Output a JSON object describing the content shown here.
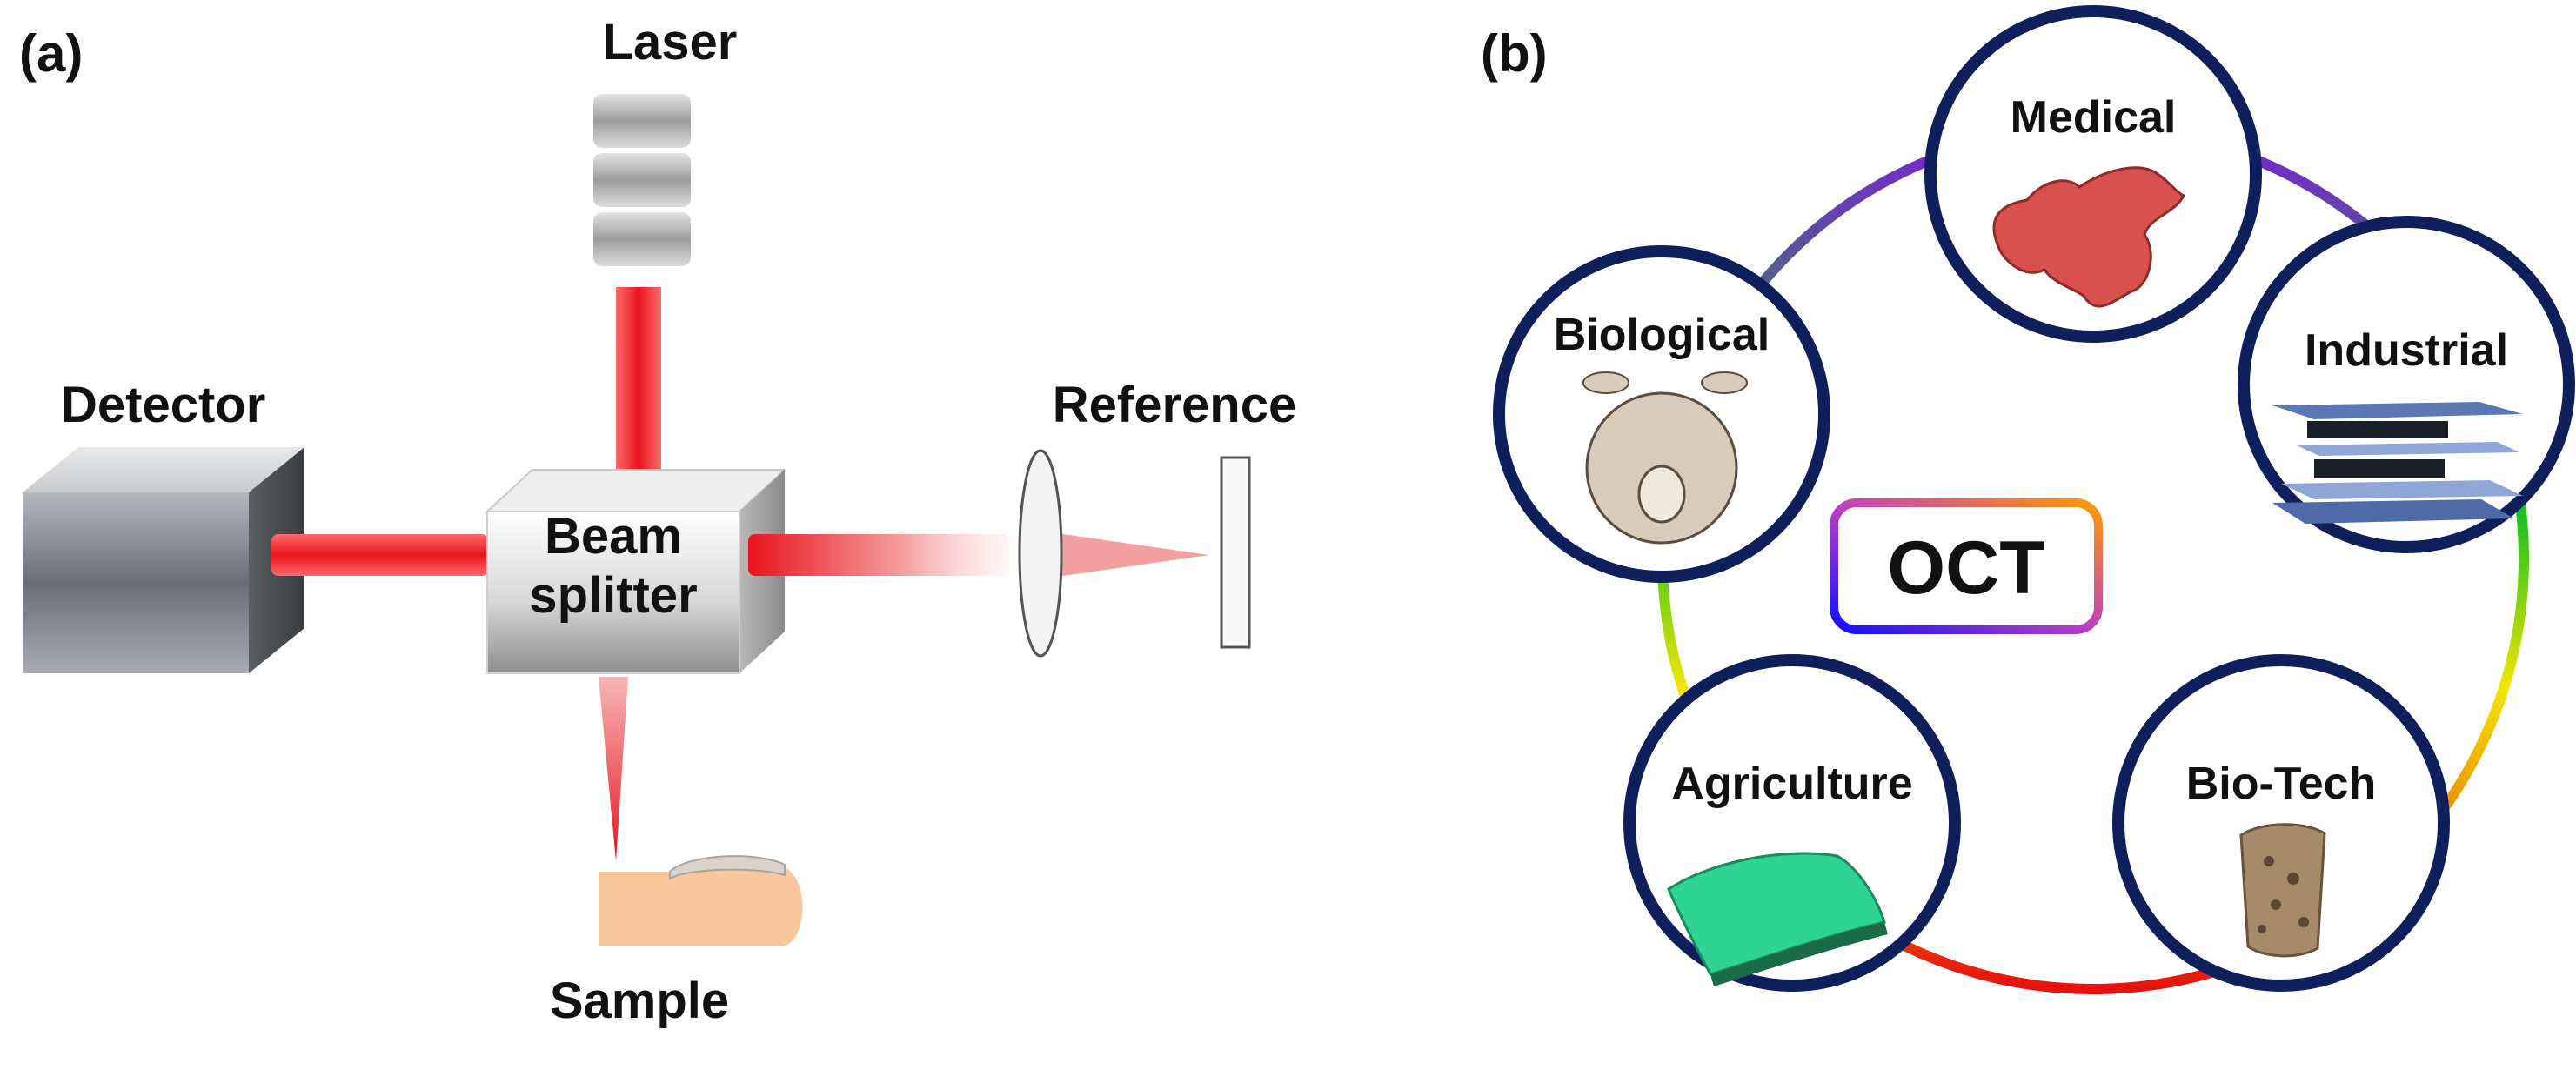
{
  "panel_a": {
    "label": "(a)",
    "laser": "Laser",
    "detector": "Detector",
    "beam_splitter_line1": "Beam",
    "beam_splitter_line2": "splitter",
    "reference": "Reference",
    "sample": "Sample"
  },
  "panel_b": {
    "label": "(b)",
    "center": "OCT",
    "applications": [
      "Medical",
      "Industrial",
      "Bio-Tech",
      "Agriculture",
      "Biological"
    ]
  },
  "colors": {
    "beam": "#e8141e",
    "circle_border": "#0f1f5c",
    "ring_gradient": [
      "#e81010",
      "#f2e600",
      "#18c21e",
      "#7a1fd6"
    ],
    "oct_box_gradient": [
      "#ff9a00",
      "#1010ff"
    ],
    "medical_sample": "#d9514f",
    "industrial_sample": "#5c78b4",
    "biotech_sample": "#a68a6a",
    "agriculture_sample": "#2fd394",
    "biological_sample": "#d9cbbb",
    "finger": "#f8c89c"
  }
}
